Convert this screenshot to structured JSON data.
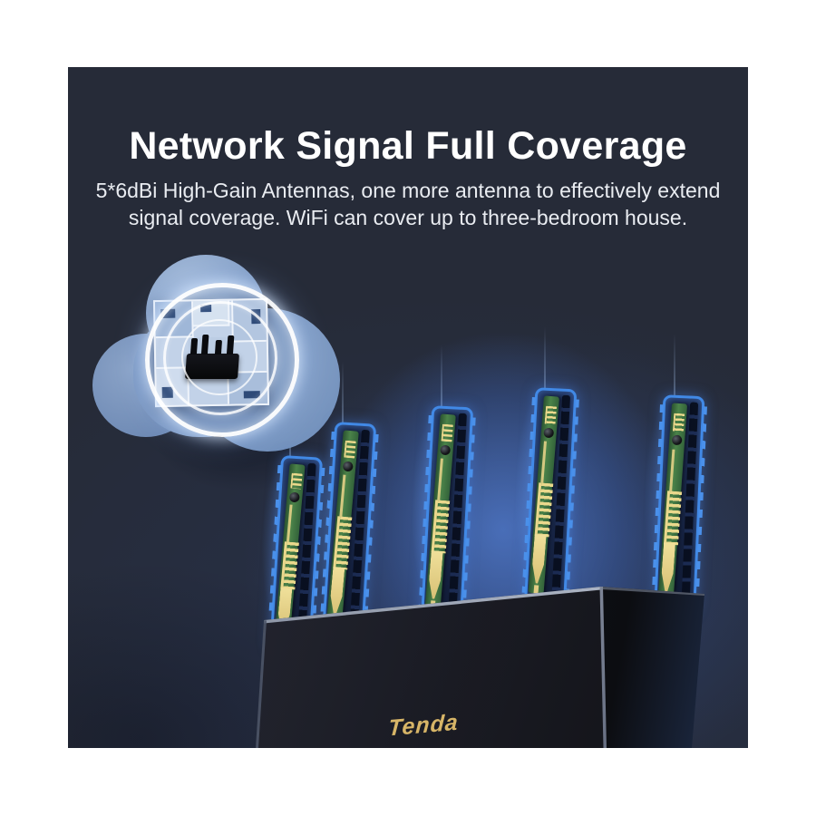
{
  "headline": "Network Signal Full Coverage",
  "subheadline": {
    "line1": "5*6dBi High-Gain Antennas, one more antenna to effectively extend",
    "line2": "signal coverage. WiFi can cover up to three-bedroom house."
  },
  "brand": {
    "logo_text": "Tenda"
  },
  "illustration": {
    "antenna_count": 5,
    "signal_ring_count": 3,
    "icons": [
      "coverage-cloud-icon",
      "floorplan-icon",
      "mini-router-icon",
      "signal-rings-icon",
      "antenna-pcb-icon"
    ]
  },
  "colors": {
    "panel_background": "#262b38",
    "glow_blue": "#4a74c4",
    "antenna_case_blue": "#4189e6",
    "pcb_green": "#4b8349",
    "trace_gold": "#ead88c",
    "logo_gold": "#d7b567",
    "headline_text": "#ffffff",
    "subheadline_text": "#e9ecf1"
  }
}
